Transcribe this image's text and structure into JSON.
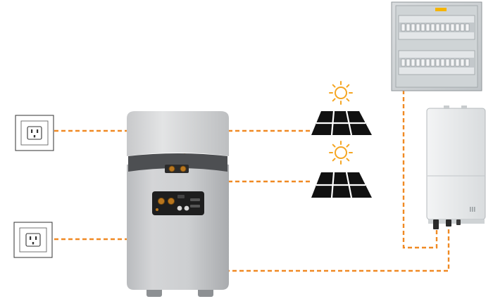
{
  "colors": {
    "background": "#ffffff",
    "wire": "#f08a24",
    "sun": "#f5a623",
    "panel": "#111111",
    "unit_body": "#c9cbce",
    "unit_top": "#d8d9db",
    "port_panel": "#1e1e1e",
    "port_connector": "#b8761e",
    "breaker_box": "#cfd3d6",
    "inverter": "#e9ecee"
  },
  "icons": [
    "wall-outlet-icon",
    "wall-outlet-icon",
    "sun-icon",
    "sun-icon",
    "solar-panel-icon",
    "solar-panel-icon",
    "power-station-unit",
    "breaker-panel",
    "inverter-unit"
  ]
}
